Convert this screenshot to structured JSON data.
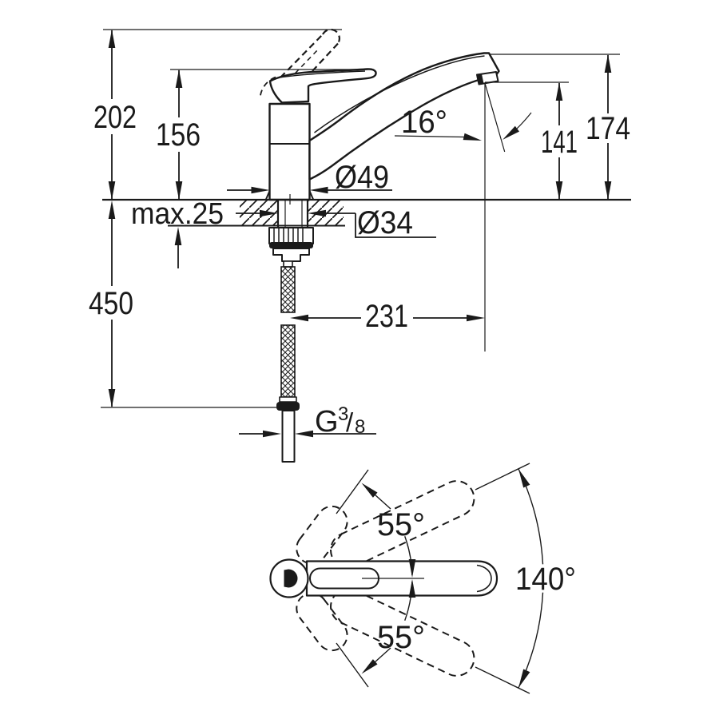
{
  "drawing": {
    "type": "technical-dimension-drawing",
    "subject": "single-lever sink mixer faucet, side elevation and plan view",
    "units": "mm",
    "line_color": "#1a1a1a",
    "background_color": "#ffffff",
    "side_view": {
      "total_height": "202",
      "body_height": "156",
      "spout_outlet_angle": "16°",
      "outlet_height": "141",
      "spout_top_height": "174",
      "base_diameter": "Ø49",
      "deck_hole_diameter": "Ø34",
      "max_deck_thickness": "max.25",
      "hose_length": "450",
      "spout_reach": "231",
      "thread_letter": "G",
      "thread_numerator": "3",
      "thread_slash": "/",
      "thread_denominator": "8"
    },
    "plan_view": {
      "lever_swing_upper": "55°",
      "lever_swing_lower": "55°",
      "spout_swivel_range": "140°"
    }
  }
}
